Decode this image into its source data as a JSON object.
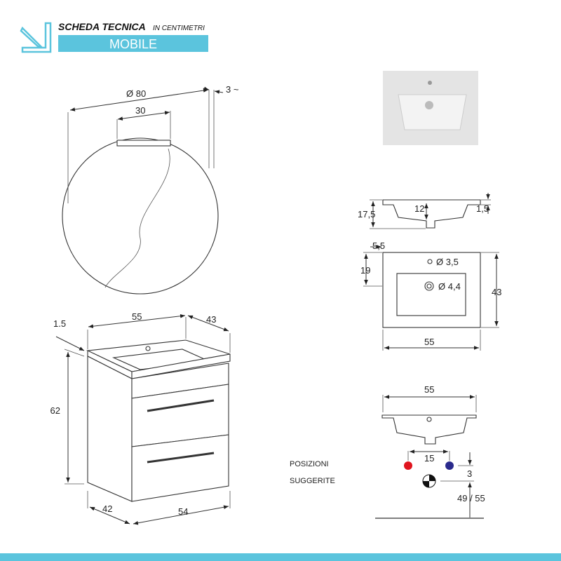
{
  "header": {
    "title": "SCHEDA TECNICA",
    "subtitle": "IN CENTIMETRI",
    "section": "MOBILE",
    "accent_color": "#5bc4dd"
  },
  "mirror": {
    "diameter": "Ø 80",
    "lamp_width": "30",
    "depth": "3 ~"
  },
  "cabinet": {
    "width_top": "55",
    "depth_top": "43",
    "top_thickness": "1.5",
    "height": "62",
    "depth_bottom": "42",
    "width_bottom": "54"
  },
  "basin_section": {
    "height": "17,5",
    "inner_depth": "12",
    "rim": "1,5"
  },
  "basin_plan": {
    "hole_offset": "5,5",
    "drain_offset": "19",
    "tap_hole": "Ø 3,5",
    "drain_hole": "Ø 4,4",
    "depth": "43",
    "width": "55"
  },
  "connections": {
    "basin_width": "55",
    "tap_spacing": "15",
    "vertical_gap": "3",
    "drain_height": "49 / 55",
    "label_line1": "POSIZIONI",
    "label_line2": "SUGGERITE",
    "hot_color": "#e0141e",
    "cold_color": "#2a2a8c"
  }
}
